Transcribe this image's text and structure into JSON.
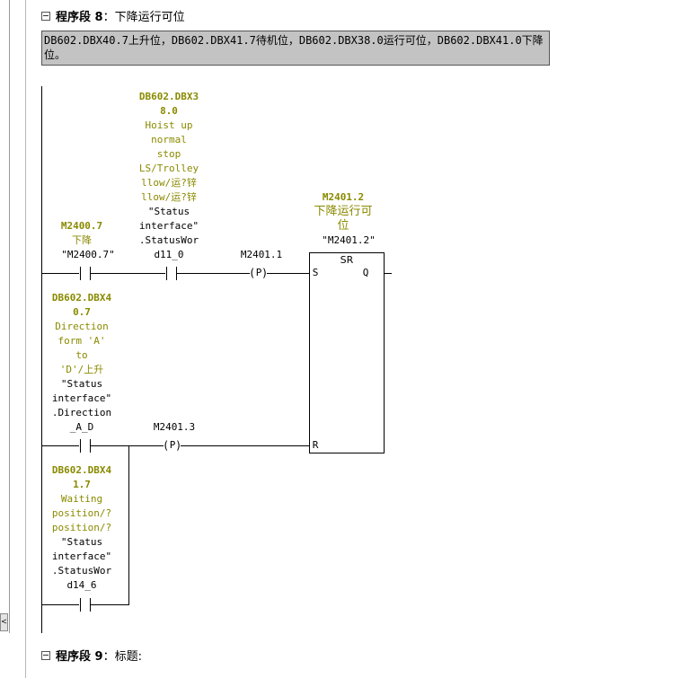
{
  "segment8": {
    "prefix": "程序段",
    "number": "8",
    "title": "下降运行可位",
    "comment": "DB602.DBX40.7上升位，DB602.DBX41.7待机位，DB602.DBX38.0运行可位，DB602.DBX41.0下降位。"
  },
  "segment9": {
    "prefix": "程序段",
    "number": "9",
    "title": "标题:"
  },
  "contact_m2400_7": {
    "address": "M2400.7",
    "comment": "下降",
    "symbol": "\"M2400.7\""
  },
  "contact_db38_0": {
    "address_lines": [
      "DB602.DBX3",
      "8.0"
    ],
    "comment_lines": [
      "Hoist up",
      "normal",
      "stop",
      "LS/Trolley",
      "llow/运?锌",
      "llow/运?锌"
    ],
    "symbol_lines": [
      "\"Status",
      "interface\"",
      ".StatusWor",
      "d11_0"
    ]
  },
  "contact_db40_7": {
    "address_lines": [
      "DB602.DBX4",
      "0.7"
    ],
    "comment_lines": [
      "Direction",
      "form 'A'",
      "to",
      "'D'/上升"
    ],
    "symbol_lines": [
      "\"Status",
      "interface\"",
      ".Direction",
      "_A_D"
    ]
  },
  "contact_db41_7": {
    "address_lines": [
      "DB602.DBX4",
      "1.7"
    ],
    "comment_lines": [
      "Waiting",
      "position/?",
      "position/?"
    ],
    "symbol_lines": [
      "\"Status",
      "interface\"",
      ".StatusWor",
      "d14_6"
    ]
  },
  "edge_set": {
    "address": "M2401.1",
    "symbol": "P"
  },
  "edge_reset": {
    "address": "M2401.3",
    "symbol": "P"
  },
  "sr_box": {
    "address": "M2401.2",
    "comment_lines": [
      "下降运行可",
      "位"
    ],
    "symbol": "\"M2401.2\"",
    "type": "SR",
    "pin_s": "S",
    "pin_q": "Q",
    "pin_r": "R"
  },
  "scroll": {
    "left_arrow": "<"
  }
}
